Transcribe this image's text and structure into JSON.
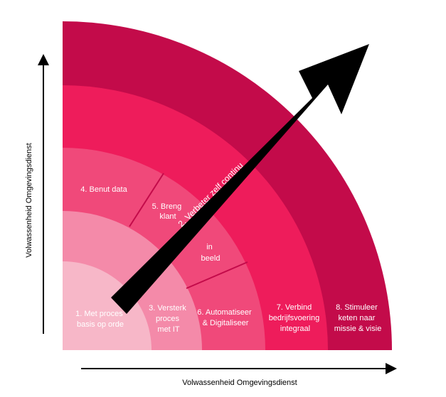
{
  "colors": {
    "ring_outer": "#c30b4a",
    "ring_3": "#ee1c5b",
    "ring_2": "#f0497a",
    "ring_1": "#f48aa9",
    "core": "#f7b7c8",
    "arrow": "#000000",
    "text": "#ffffff"
  },
  "segments": {
    "s1": [
      "1. Met proces",
      "basis op orde"
    ],
    "s3": [
      "3. Versterk",
      "proces",
      "met IT"
    ],
    "s4": [
      "4. Benut data"
    ],
    "s5a": [
      "5. Breng",
      "klant"
    ],
    "s5b": [
      "in",
      "beeld"
    ],
    "s6": [
      "6. Automatiseer",
      "& Digitaliseer"
    ],
    "s7": [
      "7. Verbind",
      "bedrijfsvoering",
      "integraal"
    ],
    "s8": [
      "8. Stimuleer",
      "keten naar",
      "missie & visie"
    ]
  },
  "arrow": {
    "label": "2. Verbeter zelf continu"
  },
  "axes": {
    "x_label": "Volwassenheid Omgevingsdienst",
    "y_label": "Volwassenheid Omgevingsdienst"
  }
}
